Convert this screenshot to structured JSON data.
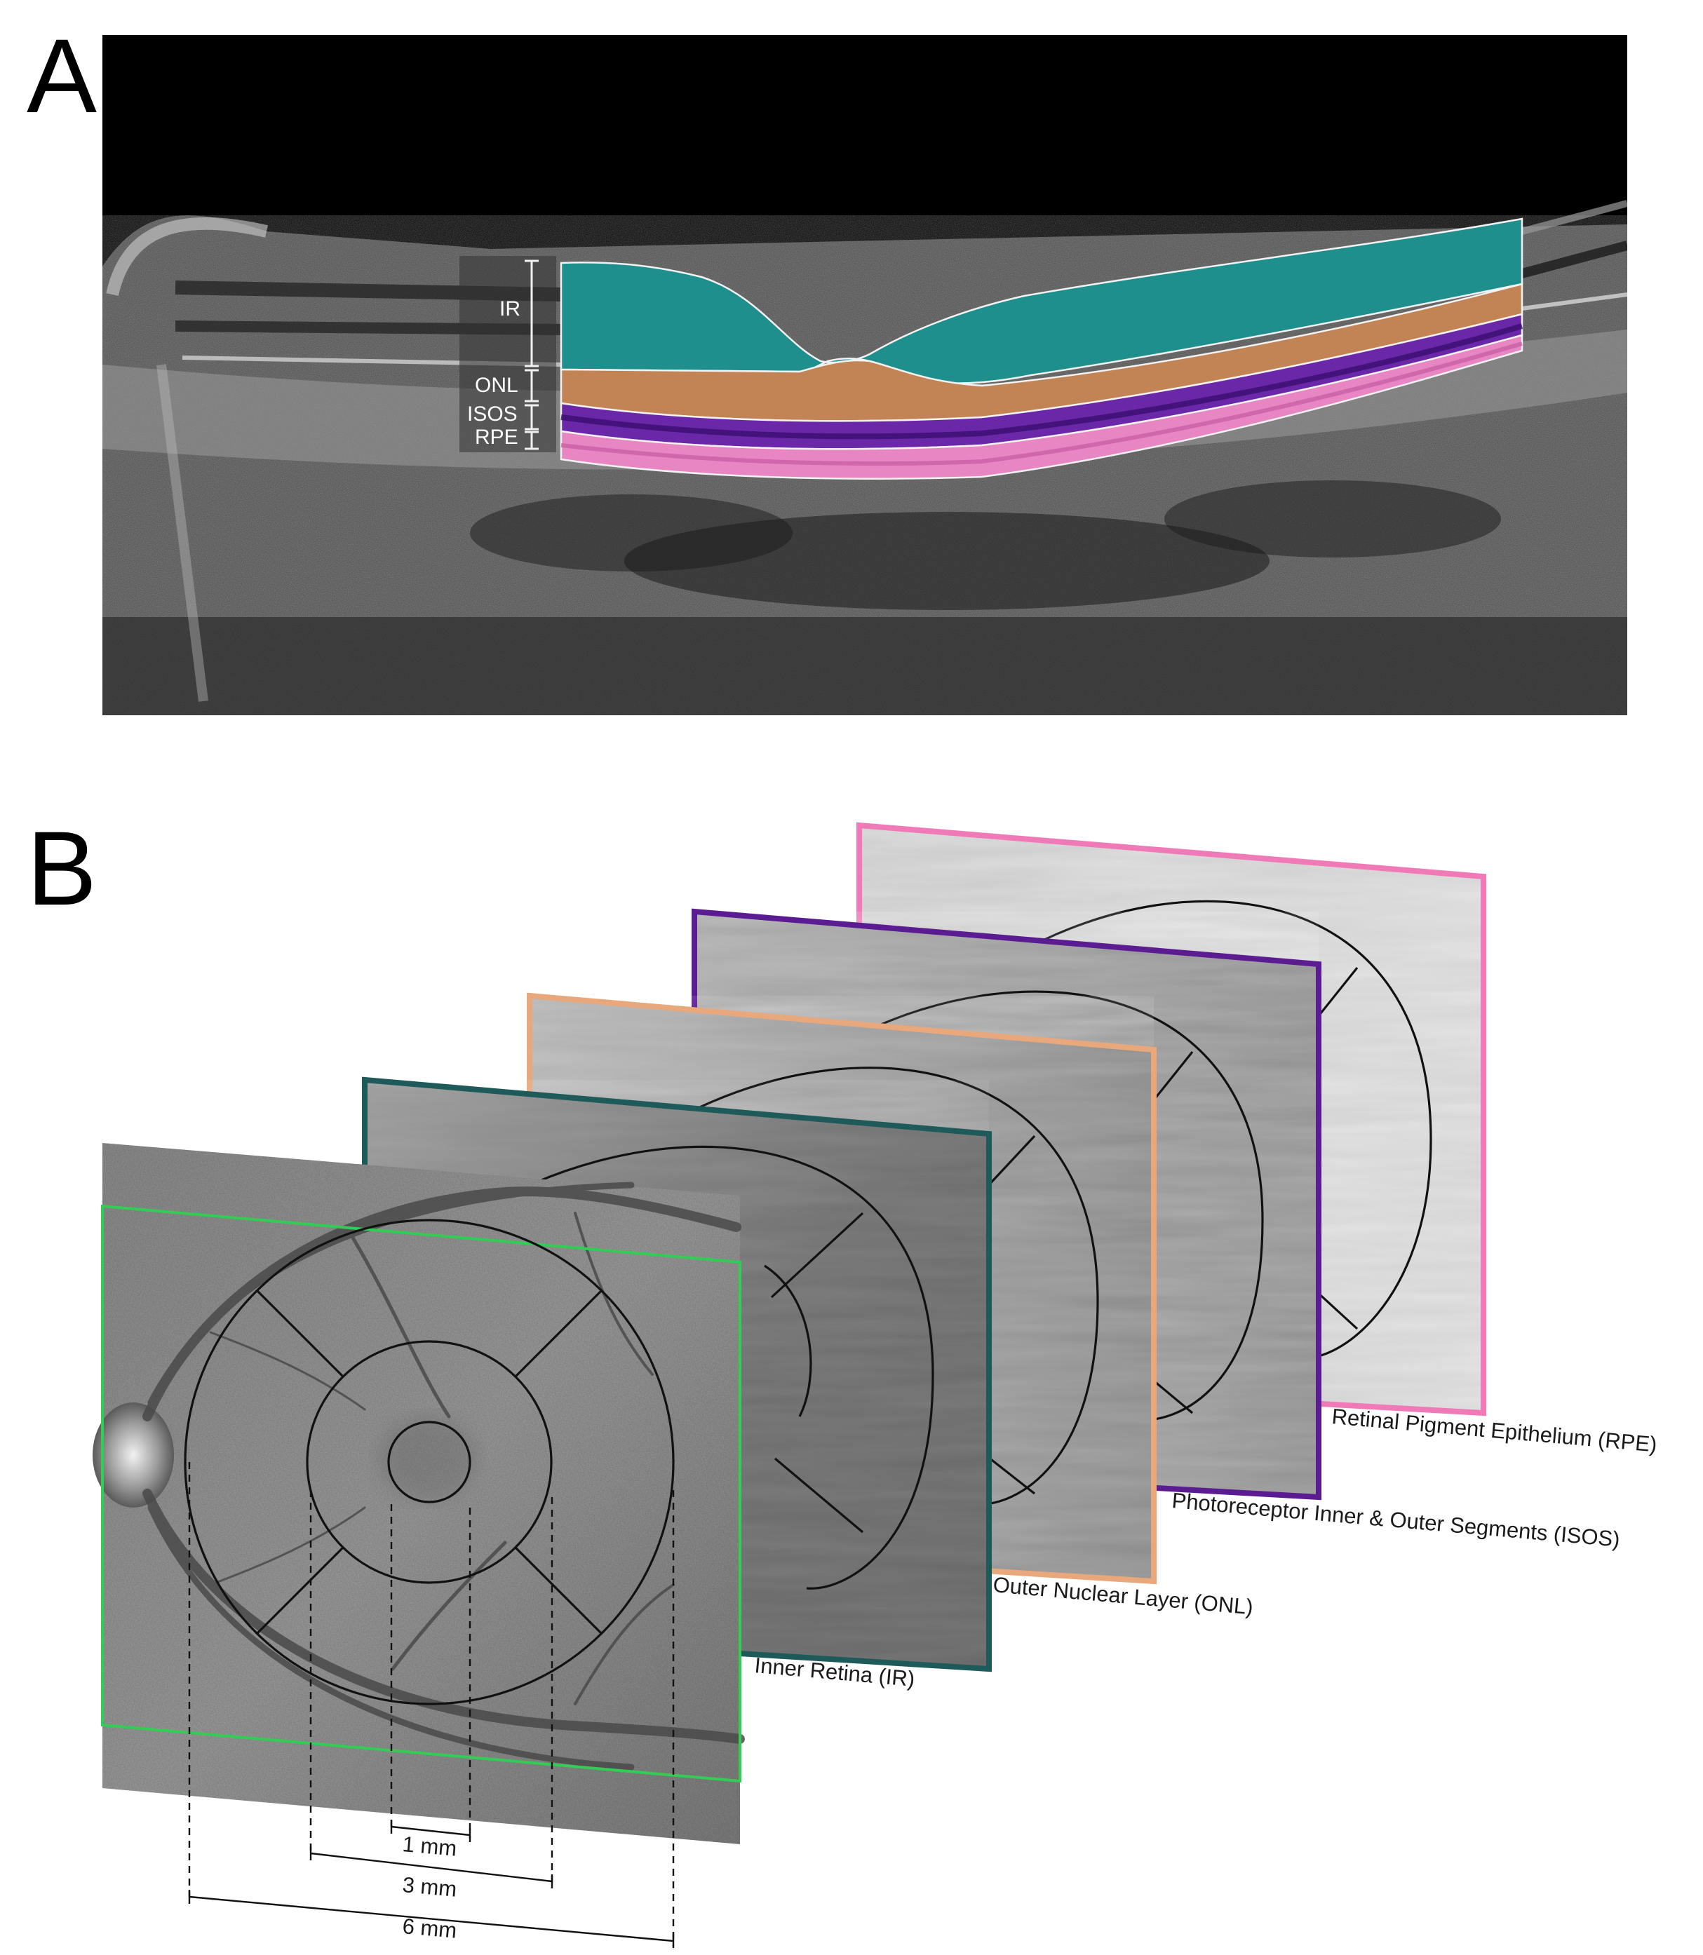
{
  "panels": {
    "a": {
      "letter": "A"
    },
    "b": {
      "letter": "B"
    }
  },
  "oct_layer_labels": [
    {
      "id": "ir",
      "label": "IR"
    },
    {
      "id": "onl",
      "label": "ONL"
    },
    {
      "id": "isos",
      "label": "ISOS"
    },
    {
      "id": "rpe",
      "label": "RPE"
    }
  ],
  "layers": [
    {
      "id": "ir",
      "name": "Inner Retina (IR)",
      "color": "#1f5a5a"
    },
    {
      "id": "onl",
      "name": "Outer Nuclear Layer (ONL)",
      "color": "#e8a87c"
    },
    {
      "id": "isos",
      "name": "Photoreceptor Inner & Outer Segments (ISOS)",
      "color": "#5b1c92"
    },
    {
      "id": "rpe",
      "name": "Retinal Pigment Epithelium (RPE)",
      "color": "#f07ab8"
    }
  ],
  "segmentation_colors": {
    "ir": "#1e8f8c",
    "onl": "#c28455",
    "isos": "#6a28a8",
    "rpe": "#e886c4",
    "fundus_frame": "#33cc55"
  },
  "etdrs_diameters": [
    {
      "id": "inner",
      "label": "1 mm",
      "value_mm": 1
    },
    {
      "id": "middle",
      "label": "3 mm",
      "value_mm": 3
    },
    {
      "id": "outer",
      "label": "6 mm",
      "value_mm": 6
    }
  ]
}
